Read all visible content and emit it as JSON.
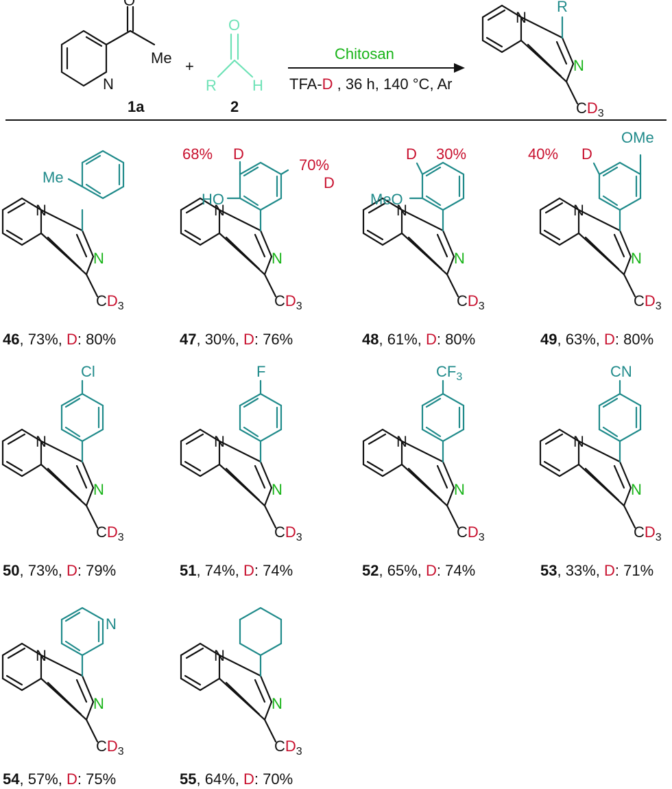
{
  "reaction": {
    "reactant1": {
      "label": "1a",
      "atom_o": "O",
      "atom_n": "N",
      "group": "Me"
    },
    "plus": "+",
    "reactant2": {
      "label": "2",
      "atom_o": "O",
      "atom_r": "R",
      "atom_h": "H"
    },
    "catalyst": "Chitosan",
    "conditions_prefix": "TFA-",
    "conditions_d": "D",
    "conditions_rest": " , 36 h, 140 °C, Ar",
    "product": {
      "atom_r": "R",
      "atom_n": "N",
      "atom_nc": "N"
    }
  },
  "core": {
    "atom_n_bridge": "N",
    "atom_n": "N",
    "cd3_c": "C",
    "cd3_d": "D",
    "cd3_sub": "3"
  },
  "compounds": [
    {
      "id": "46",
      "yield": "73%",
      "d_label": "D",
      "d_value": "80%",
      "group": "Me"
    },
    {
      "id": "47",
      "yield": "30%",
      "d_label": "D",
      "d_value": "76%",
      "group": "HO",
      "label_d1_pct": "68%",
      "label_d1": "D",
      "label_d2_pct": "70%",
      "label_d2": "D"
    },
    {
      "id": "48",
      "yield": "61%",
      "d_label": "D",
      "d_value": "80%",
      "group": "MeO",
      "label_d1": "D",
      "label_d1_pct": "30%"
    },
    {
      "id": "49",
      "yield": "63%",
      "d_label": "D",
      "d_value": "80%",
      "group": "OMe",
      "label_d1_pct": "40%",
      "label_d1": "D"
    },
    {
      "id": "50",
      "yield": "73%",
      "d_label": "D",
      "d_value": "79%",
      "group": "Cl"
    },
    {
      "id": "51",
      "yield": "74%",
      "d_label": "D",
      "d_value": "74%",
      "group": "F"
    },
    {
      "id": "52",
      "yield": "65%",
      "d_label": "D",
      "d_value": "74%",
      "group": "CF",
      "group_sub": "3"
    },
    {
      "id": "53",
      "yield": "33%",
      "d_label": "D",
      "d_value": "71%",
      "group": "CN"
    },
    {
      "id": "54",
      "yield": "57%",
      "d_label": "D",
      "d_value": "75%",
      "ring_atom": "N"
    },
    {
      "id": "55",
      "yield": "64%",
      "d_label": "D",
      "d_value": "70%"
    }
  ],
  "colors": {
    "structure": "#111111",
    "substituent": "#1f8a8a",
    "nitrogen": "#17b317",
    "deuterium": "#c8102e",
    "aldehyde": "#6de2b6"
  }
}
